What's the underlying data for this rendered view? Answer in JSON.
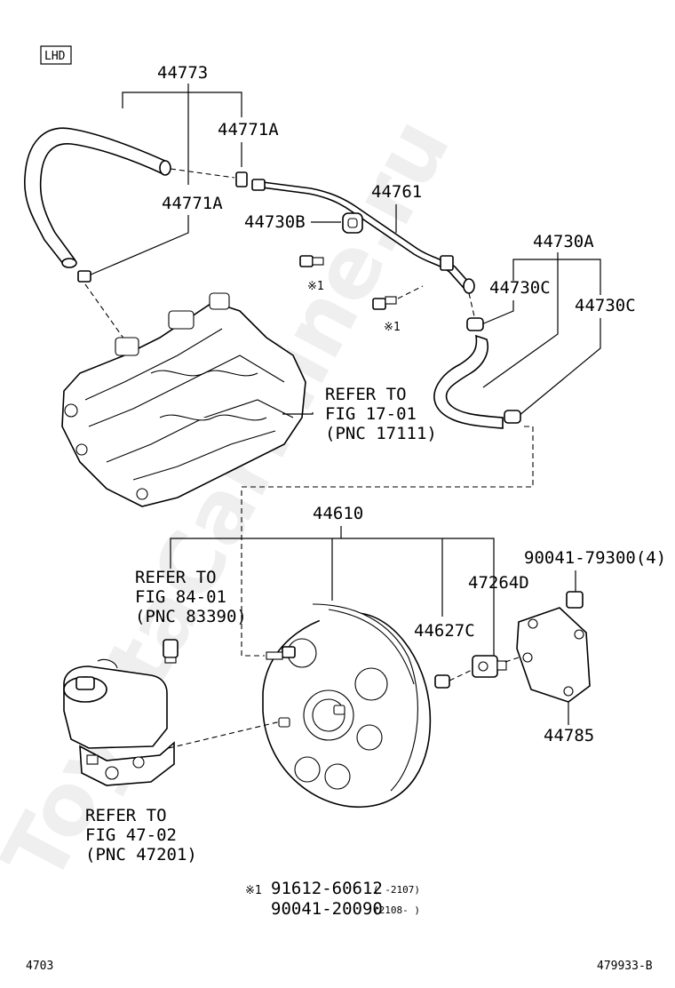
{
  "region_tag": "LHD",
  "watermark": "ToyotaCarMine.ru",
  "parts": {
    "p44773": "44773",
    "p44771a_top": "44771A",
    "p44771a_left": "44771A",
    "p44761": "44761",
    "p44730b": "44730B",
    "p44730a": "44730A",
    "p44730c_1": "44730C",
    "p44730c_2": "44730C",
    "p44610": "44610",
    "p90041_79300": "90041-79300(4)",
    "p47264d": "47264D",
    "p44627c": "44627C",
    "p44785": "44785"
  },
  "refs": {
    "ref17": [
      "REFER TO",
      "FIG 17-01",
      "(PNC 17111)"
    ],
    "ref84": [
      "REFER TO",
      "FIG 84-01",
      "(PNC 83390)"
    ],
    "ref47": [
      "REFER TO",
      "FIG 47-02",
      "(PNC 47201)"
    ]
  },
  "marks": {
    "mark1a": "※1",
    "mark1b": "※1"
  },
  "footnote": {
    "mark": "※1",
    "line1_part": "91612-60612",
    "line1_range": "(      -2107)",
    "line2_part": "90041-20090",
    "line2_range": "(2108-      )"
  },
  "page_no_left": "4703",
  "figure_id": "479933-B"
}
